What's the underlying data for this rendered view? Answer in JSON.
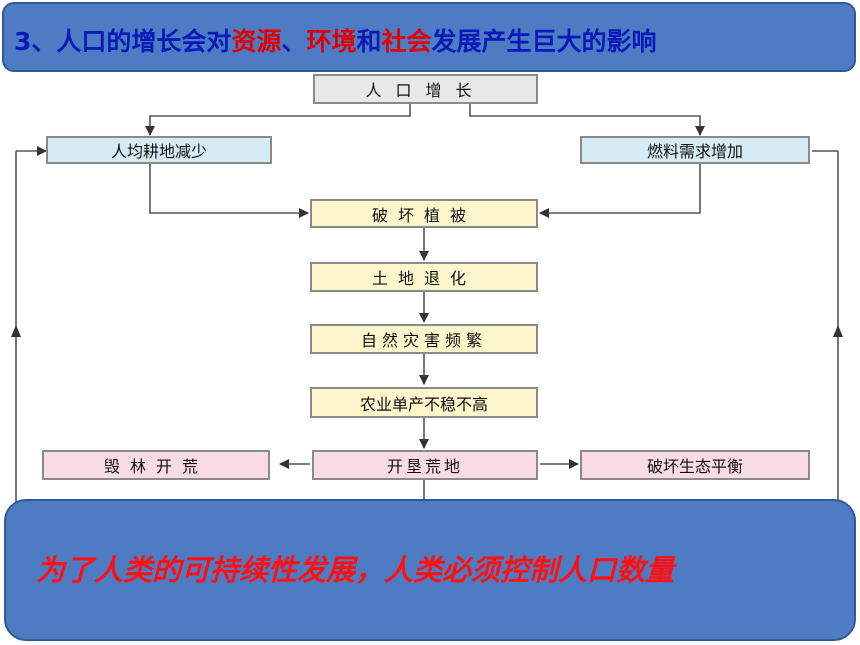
{
  "title": {
    "prefix": "3、人口的增长会对",
    "resource": "资源",
    "sep": "、",
    "environment": "环境",
    "and": "和",
    "society": "社会",
    "suffix": "发展产生巨大的影响"
  },
  "diagram": {
    "population_growth": "人口增长",
    "farmland_decrease": "人均耕地减少",
    "fuel_demand": "燃料需求增加",
    "destroy_vegetation": "破坏植被",
    "land_degradation": "土地退化",
    "natural_disasters": "自然灾害频繁",
    "low_yield": "农业单产不稳不高",
    "deforestation": "毁林开荒",
    "reclaim_wasteland": "开垦荒地",
    "ecology_damage": "破坏生态平衡"
  },
  "conclusion": "为了人类的可持续性发展，人类必须控制人口数量",
  "colors": {
    "panel_blue": "#4d7cc4",
    "title_blue": "#0a1ab8",
    "title_red": "#e00000",
    "conclusion_red": "#ff1010",
    "box_gray": "#e8e8e8",
    "box_blue": "#d6ebf3",
    "box_yellow": "#fdf6cc",
    "box_pink": "#f8dbe3"
  }
}
